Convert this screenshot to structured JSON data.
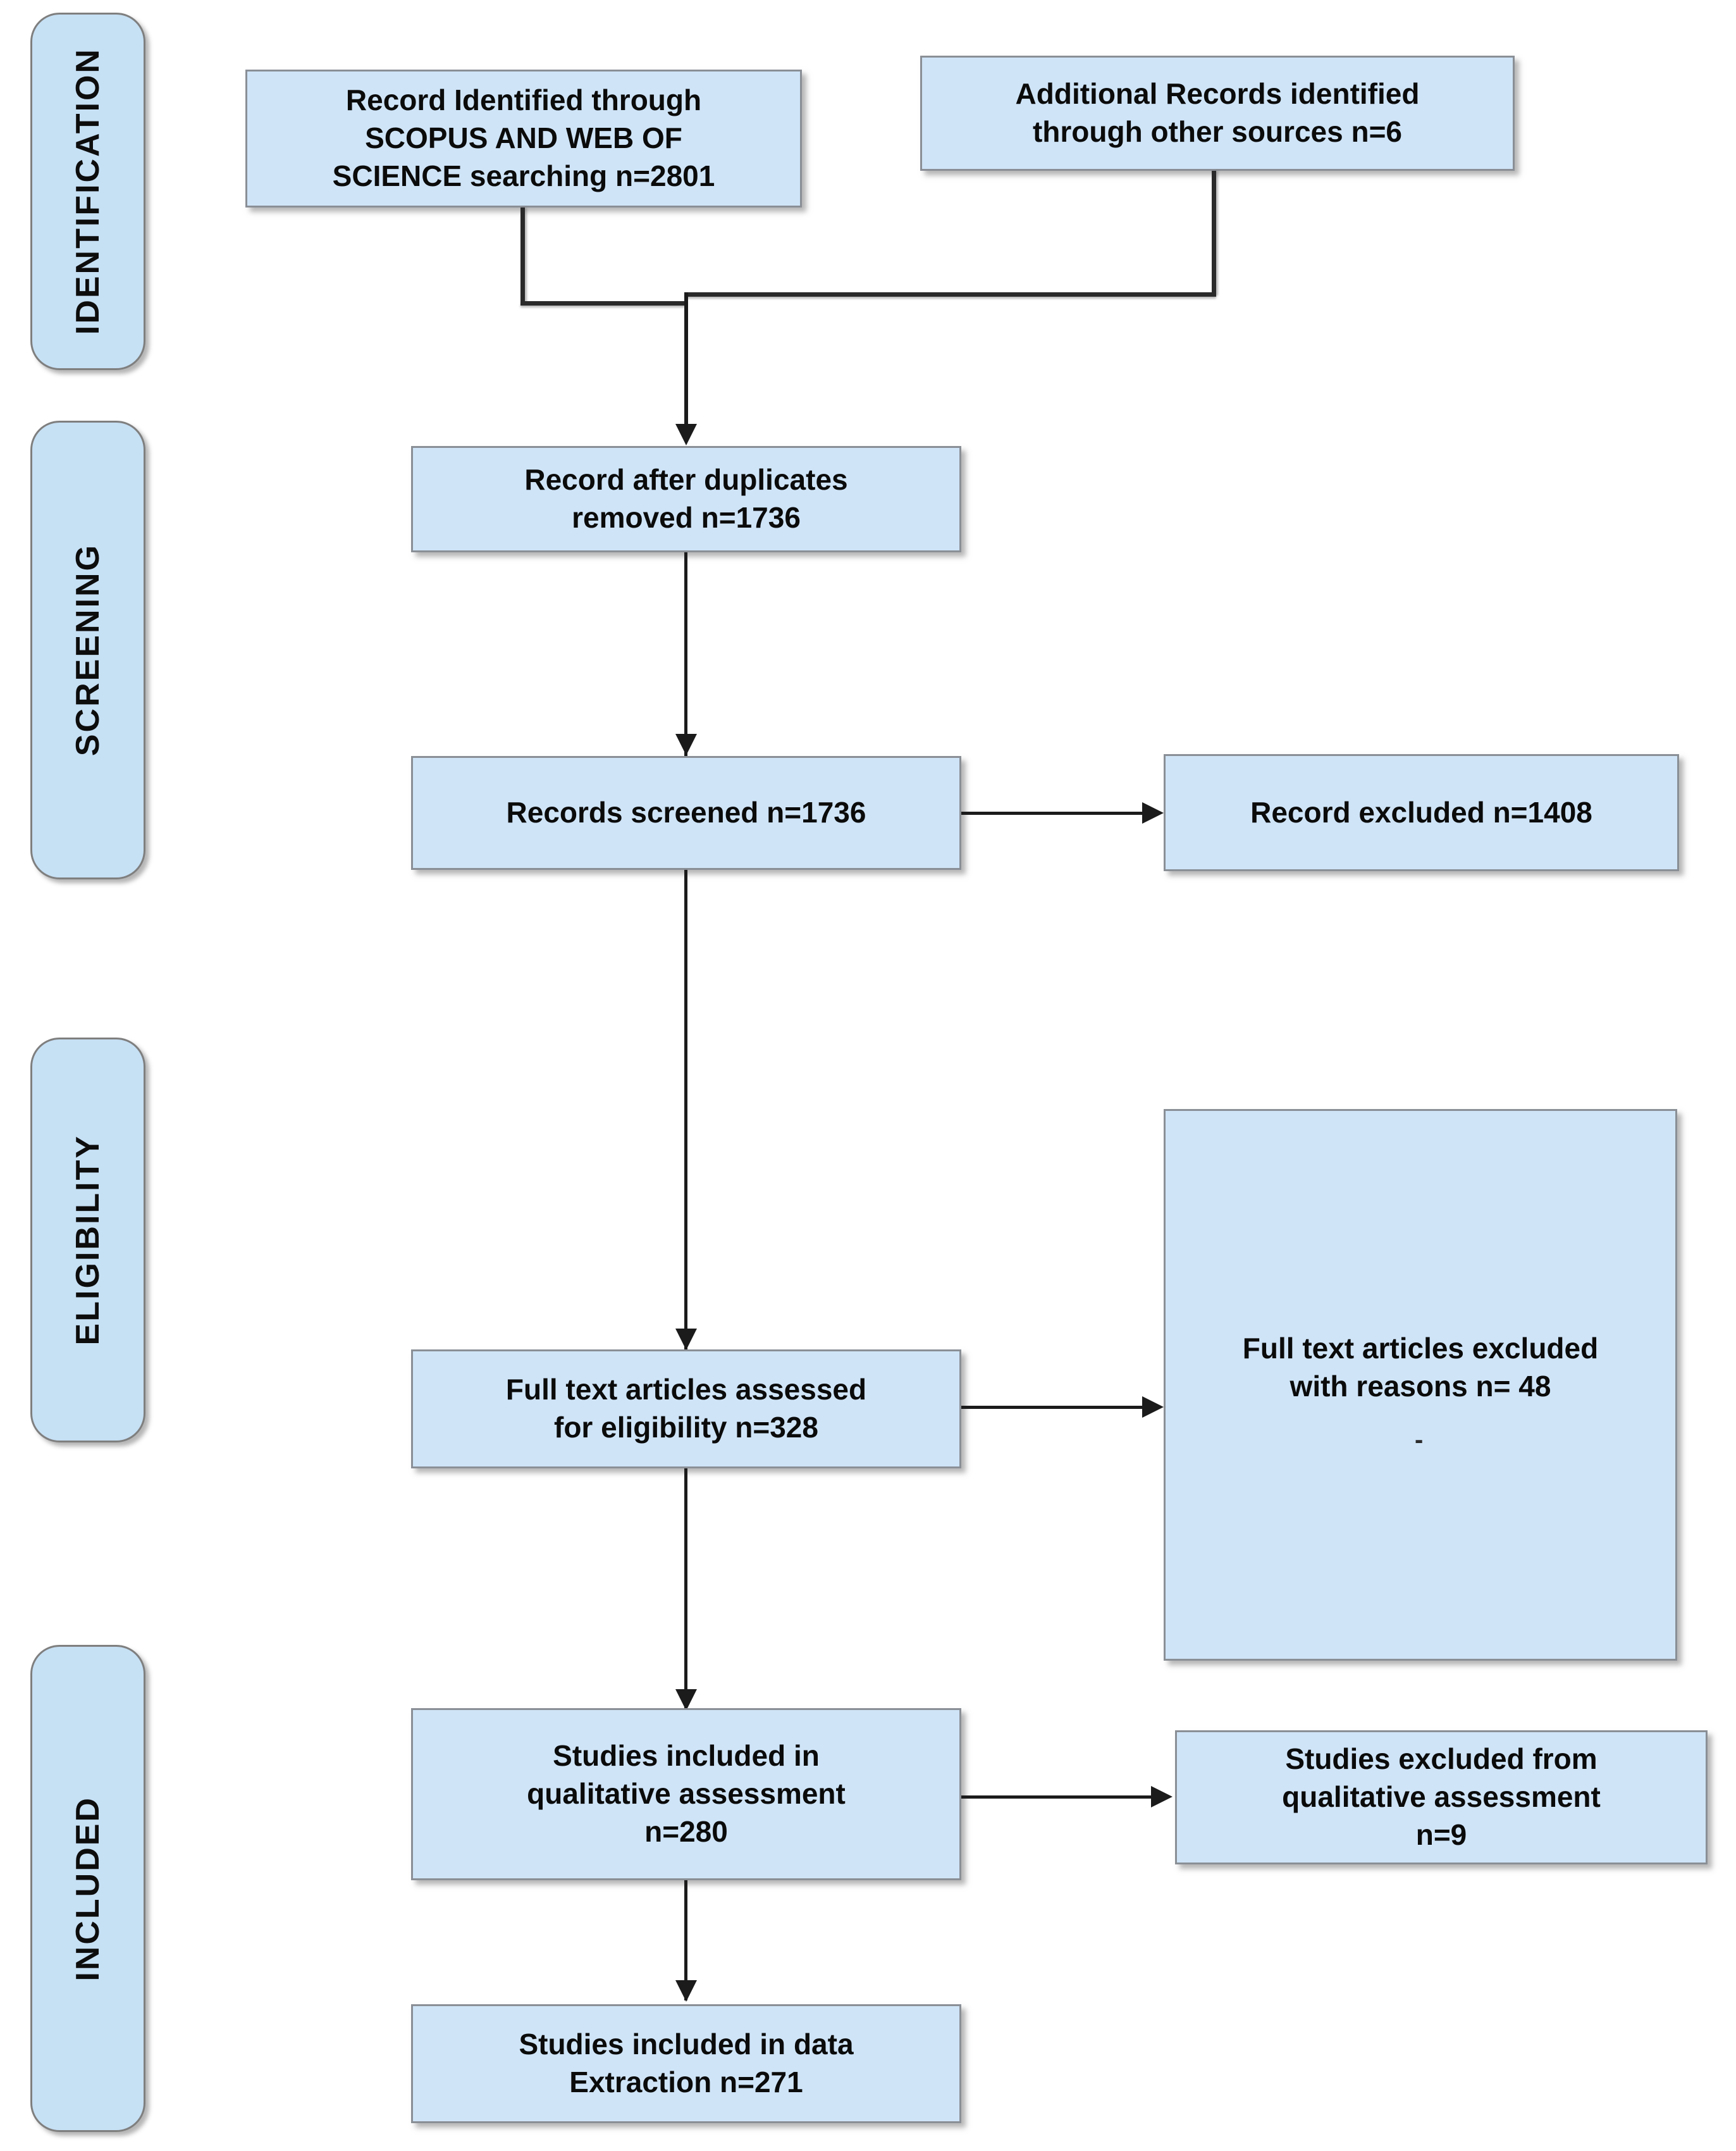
{
  "diagram": {
    "type": "prisma-flow-diagram",
    "colors": {
      "box_fill": "#cfe4f7",
      "box_border": "#8a8f96",
      "pill_fill": "#c6e0f4",
      "pill_border": "#7f7f7f",
      "connector": "#1b1b1b",
      "background": "#ffffff"
    }
  },
  "stages": [
    {
      "id": "identification",
      "label": "IDENTIFICATION"
    },
    {
      "id": "screening",
      "label": "SCREENING"
    },
    {
      "id": "eligibility",
      "label": "ELIGIBILITY"
    },
    {
      "id": "included",
      "label": "INCLUDED"
    }
  ],
  "boxes": {
    "records_identified": {
      "text": "Record Identified through\nSCOPUS AND WEB OF\nSCIENCE searching n=2801",
      "n": 2801
    },
    "additional_records": {
      "text": "Additional Records identified\nthrough other sources n=6",
      "n": 6
    },
    "after_duplicates": {
      "text": "Record after duplicates\nremoved n=1736",
      "n": 1736
    },
    "records_screened": {
      "text": "Records screened n=1736",
      "n": 1736
    },
    "records_excluded": {
      "text": "Record excluded n=1408",
      "n": 1408
    },
    "fulltext_assessed": {
      "text": "Full text articles assessed\nfor eligibility n=328",
      "n": 328
    },
    "fulltext_excluded": {
      "text": "Full text articles excluded\nwith reasons n= 48",
      "n": 48,
      "stray_mark": "-"
    },
    "qualitative_included": {
      "text": "Studies included in\nqualitative assessment\nn=280",
      "n": 280
    },
    "qualitative_excluded": {
      "text": "Studies excluded from\nqualitative assessment\nn=9",
      "n": 9
    },
    "data_extraction": {
      "text": "Studies included in data\nExtraction n=271",
      "n": 271
    }
  }
}
